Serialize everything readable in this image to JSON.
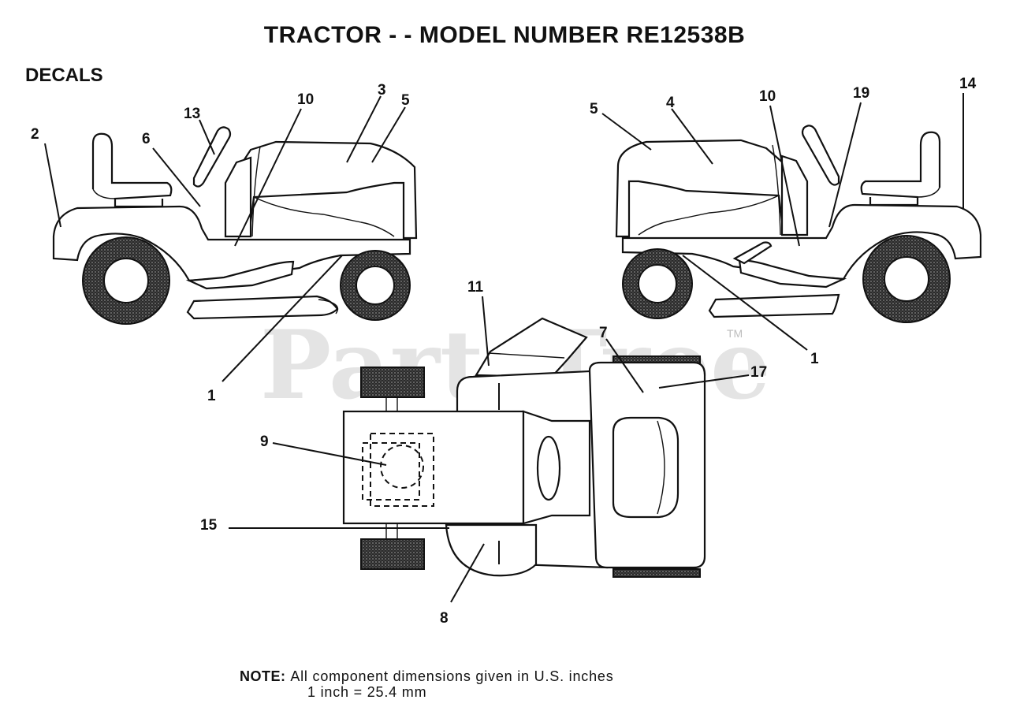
{
  "title": "TRACTOR - - MODEL NUMBER RE12538B",
  "section": "DECALS",
  "watermark": {
    "text": "PartsTree",
    "tm": "TM"
  },
  "callouts": {
    "left_view": [
      "2",
      "6",
      "13",
      "10",
      "3",
      "5",
      "1"
    ],
    "right_view": [
      "5",
      "4",
      "10",
      "19",
      "14",
      "1"
    ],
    "top_view": [
      "11",
      "7",
      "17",
      "9",
      "15",
      "8"
    ]
  },
  "note": {
    "label": "NOTE:",
    "line1": "All component dimensions given in U.S. inches",
    "line2": "1 inch = 25.4 mm"
  }
}
